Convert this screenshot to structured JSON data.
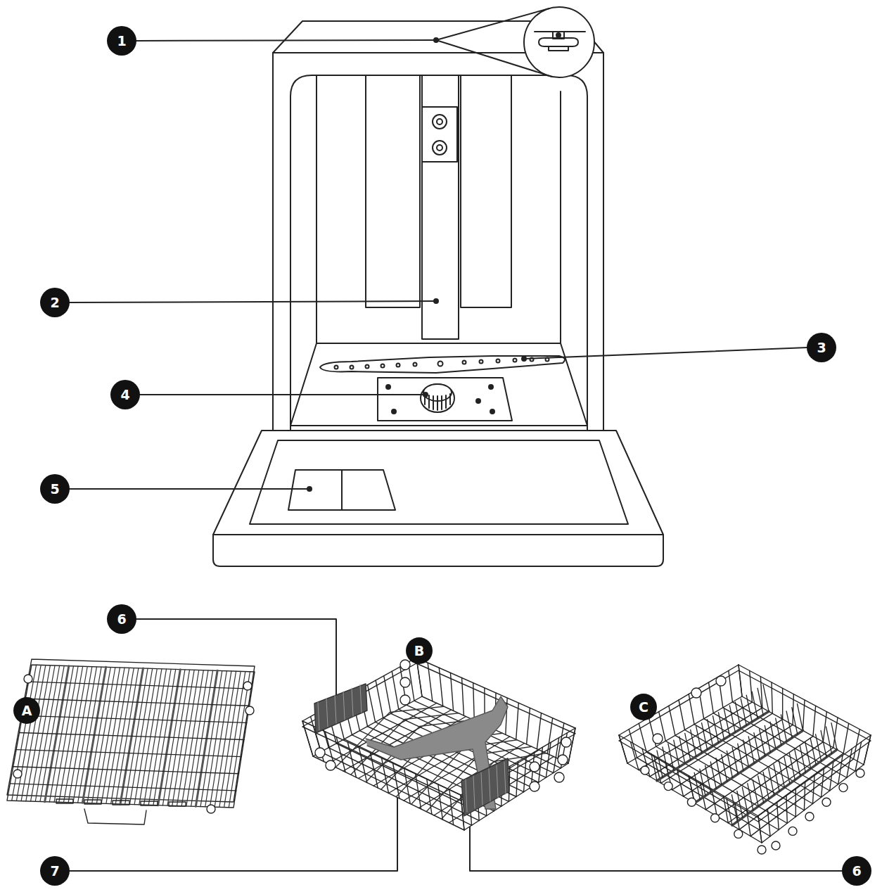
{
  "diagram": {
    "labels": [
      "1",
      "2",
      "3",
      "4",
      "5",
      "6",
      "A",
      "B",
      "C",
      "7",
      "6"
    ]
  }
}
